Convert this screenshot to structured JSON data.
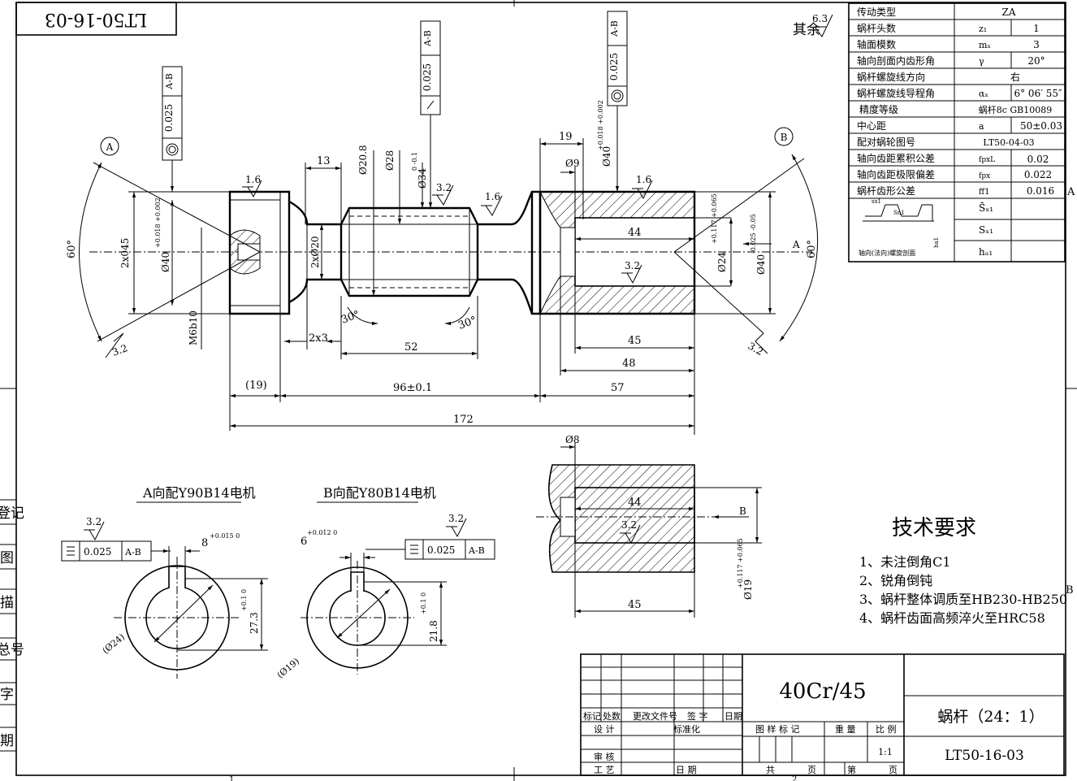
{
  "drawing_number_stamp": "LT50-16-03",
  "roughness_default_label": "其余",
  "roughness_default_value": "6.3",
  "datums": {
    "a": "A",
    "b": "B"
  },
  "tolerance_frames": {
    "left_runout": {
      "value": "0.025",
      "datum": "A-B"
    },
    "mid_runout": {
      "value": "0.025",
      "datum": "A-B"
    },
    "right_runout": {
      "value": "0.025",
      "datum": "A-B"
    },
    "keyway_a": {
      "value": "0.025",
      "datum": "A-B"
    },
    "keyway_b": {
      "value": "0.025",
      "datum": "A-B"
    }
  },
  "roughness_marks": [
    "1.6",
    "3.2",
    "1.6",
    "1.6",
    "3.2",
    "3.2",
    "3.2",
    "3.2",
    "3.2",
    "3.2",
    "3.2"
  ],
  "dims": {
    "d13": "13",
    "d20_8": "Ø20.8",
    "d28": "Ø28",
    "d34": "Ø34",
    "d34_tol": "0 -0.1",
    "d19": "19",
    "d9": "Ø9",
    "d40_right": "Ø40",
    "d40_right_tol": "+0.018 +0.002",
    "d2x45": "2x045",
    "d40_left": "Ø40",
    "d40_left_tol": "+0.018 +0.002",
    "dM6b10": "M6b10",
    "d2x20": "2xØ20",
    "d2x3": "2x3",
    "d52": "52",
    "d30a": "30°",
    "d30b": "30°",
    "d60a": "60°",
    "d60b": "60°",
    "d44": "44",
    "d24": "Ø24",
    "d24_tol": "+0.117 +0.065",
    "d40_end": "Ø40",
    "d40_end_tol": "-0.025 -0.05",
    "d45": "45",
    "d48": "48",
    "d19p": "(19)",
    "d96": "96±0.1",
    "d57": "57",
    "d172": "172",
    "d8": "Ø8",
    "d44b": "44",
    "d45b": "45",
    "d19b": "Ø19",
    "d19b_tol": "+0.117 +0.065",
    "key_a_w": "8",
    "key_a_w_tol": "+0.015 0",
    "key_a_h": "27.3",
    "key_a_h_tol": "+0.1 0",
    "key_a_d": "(Ø24)",
    "key_b_w": "6",
    "key_b_w_tol": "+0.012 0",
    "key_b_h": "21.8",
    "key_b_h_tol": "+0.1 0",
    "key_b_d": "(Ø19)",
    "view_arrow_a": "A",
    "view_arrow_b": "B",
    "section_b": "B"
  },
  "section_titles": {
    "a": "A向配Y90B14电机",
    "b": "B向配Y80B14电机"
  },
  "worm_table": {
    "rows": [
      {
        "label": "传动类型",
        "symbol": "",
        "value": "ZA"
      },
      {
        "label": "蜗杆头数",
        "symbol": "z₁",
        "value": "1"
      },
      {
        "label": "轴面模数",
        "symbol": "mₓ",
        "value": "3"
      },
      {
        "label": "轴向剖面内齿形角",
        "symbol": "γ",
        "value": "20°"
      },
      {
        "label": "蜗杆螺旋线方向",
        "symbol": "",
        "value": "右"
      },
      {
        "label": "蜗杆螺旋线导程角",
        "symbol": "αₓ",
        "value": "6° 06′ 55″"
      },
      {
        "label": "精度等级",
        "symbol": "",
        "value": "蜗杆8c GB10089"
      },
      {
        "label": "中心距",
        "symbol": "a",
        "value": "50±0.03"
      },
      {
        "label": "配对蜗轮图号",
        "symbol": "",
        "value": "LT50-04-03"
      },
      {
        "label": "轴向齿距累积公差",
        "symbol": "fpxL",
        "value": "0.02"
      },
      {
        "label": "轴向齿距极限偏差",
        "symbol": "fpx",
        "value": "0.022"
      },
      {
        "label": "蜗杆齿形公差",
        "symbol": "ff1",
        "value": "0.016"
      }
    ],
    "profile_caption": "轴向(法向)螺旋剖面",
    "profile_sym1": "sx1",
    "profile_sym2": "Sn1",
    "profile_sym3": "ha1",
    "tail_symbols": [
      "S̄ₓ₁",
      "Sₓ₁",
      "hₐ₁"
    ]
  },
  "zone_labels": {
    "a": "A",
    "b": "B"
  },
  "tech_requirements": {
    "title": "技术要求",
    "items": [
      "1、未注倒角C1",
      "2、锐角倒钝",
      "3、蜗杆整体调质至HB230-HB250",
      "4、蜗杆齿面高频淬火至HRC58"
    ]
  },
  "title_block": {
    "material": "40Cr/45",
    "part_name": "蜗杆（24：1）",
    "drawing_no": "LT50-16-03",
    "scale": "1:1",
    "headers": {
      "mark": "标记",
      "count": "处数",
      "change_doc": "更改文件号",
      "sign": "签 字",
      "date": "日期",
      "design": "设 计",
      "standard": "标准化",
      "review": "审 核",
      "process": "工 艺",
      "date2": "日 期",
      "sample_mark": "图 样 标 记",
      "weight": "重 量",
      "ratio": "比 例",
      "total": "共",
      "page": "页",
      "page_no": "第",
      "page2": "页"
    }
  },
  "side_strip": [
    "登记",
    "图",
    "描",
    "总号",
    "字",
    "期"
  ],
  "border_marks": {
    "bottom_a": "1",
    "bottom_b": "2"
  }
}
